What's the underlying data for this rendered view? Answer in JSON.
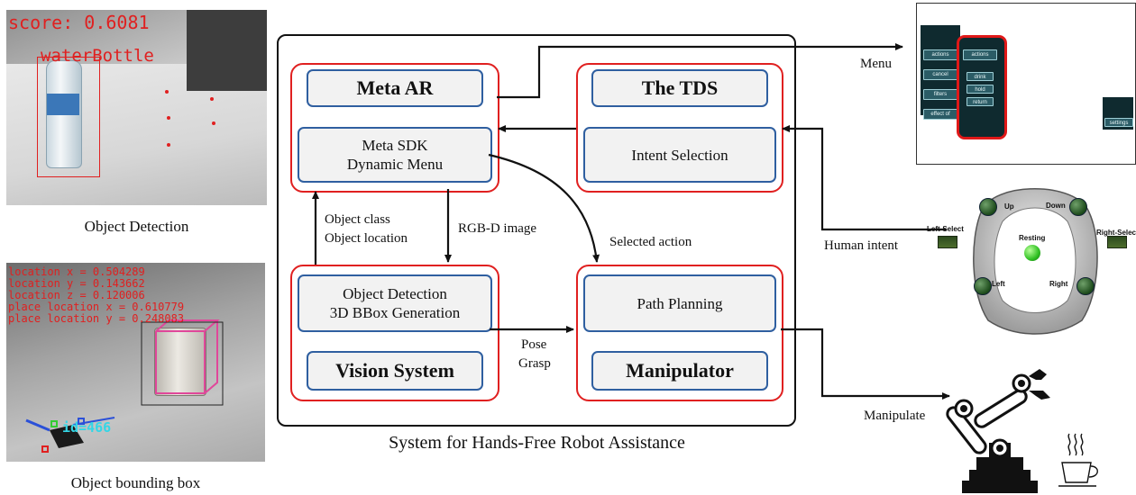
{
  "left_panel": {
    "detection_caption": "Object Detection",
    "detection_score": "score: 0.6081",
    "detection_label": "waterBottle",
    "bbox_caption": "Object bounding box",
    "bbox_lines": [
      "location x = 0.504289",
      "location y = 0.143662",
      "location z = 0.120006",
      "place location x = 0.610779",
      "place location y = 0.248083"
    ],
    "marker_id": "id=466"
  },
  "system": {
    "caption": "System for Hands-Free Robot Assistance",
    "meta_ar": {
      "title": "Meta AR",
      "sub_line1": "Meta SDK",
      "sub_line2": "Dynamic Menu"
    },
    "tds": {
      "title": "The TDS",
      "sub": "Intent Selection"
    },
    "vision": {
      "title": "Vision System",
      "sub_line1": "Object Detection",
      "sub_line2": "3D BBox Generation"
    },
    "manipulator": {
      "title": "Manipulator",
      "sub": "Path Planning"
    }
  },
  "edges": {
    "object_class": "Object class",
    "object_location": "Object location",
    "rgbd": "RGB-D image",
    "selected_action": "Selected action",
    "pose": "Pose",
    "grasp": "Grasp",
    "menu": "Menu",
    "human_intent": "Human intent",
    "manipulate": "Manipulate"
  },
  "menu_panel": {
    "left_items": [
      "actions",
      "cancel",
      "filters",
      "effect of"
    ],
    "center_items": [
      "actions",
      "drink",
      "hold",
      "return"
    ],
    "right_item": "settings"
  },
  "tds_device": {
    "up": "Up",
    "down": "Down",
    "left_select": "Left-Select",
    "right_select": "Right-Select",
    "resting": "Resting",
    "left": "Left",
    "right": "Right"
  },
  "colors": {
    "module_border": "#e02020",
    "box_border": "#2f5fa0",
    "box_fill": "#f2f2f2",
    "panel_dark": "#0f2a2f"
  }
}
